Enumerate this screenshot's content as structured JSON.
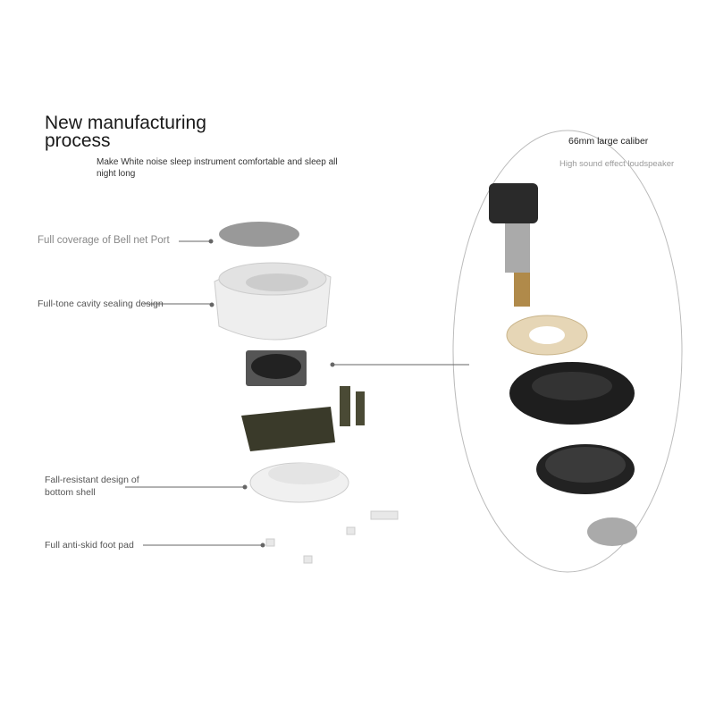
{
  "heading": {
    "title_line1": "New manufacturing",
    "title_line2": "process",
    "subtitle": "Make White noise sleep instrument comfortable and sleep all night long"
  },
  "callouts": [
    {
      "label": "Full coverage of Bell net Port"
    },
    {
      "label": "Full-tone cavity sealing design"
    },
    {
      "label": "Fall-resistant design of bottom shell"
    },
    {
      "label": "Full anti-skid foot pad"
    }
  ],
  "speaker": {
    "title": "66mm large caliber",
    "subtitle": "High sound effect loudspeaker"
  }
}
